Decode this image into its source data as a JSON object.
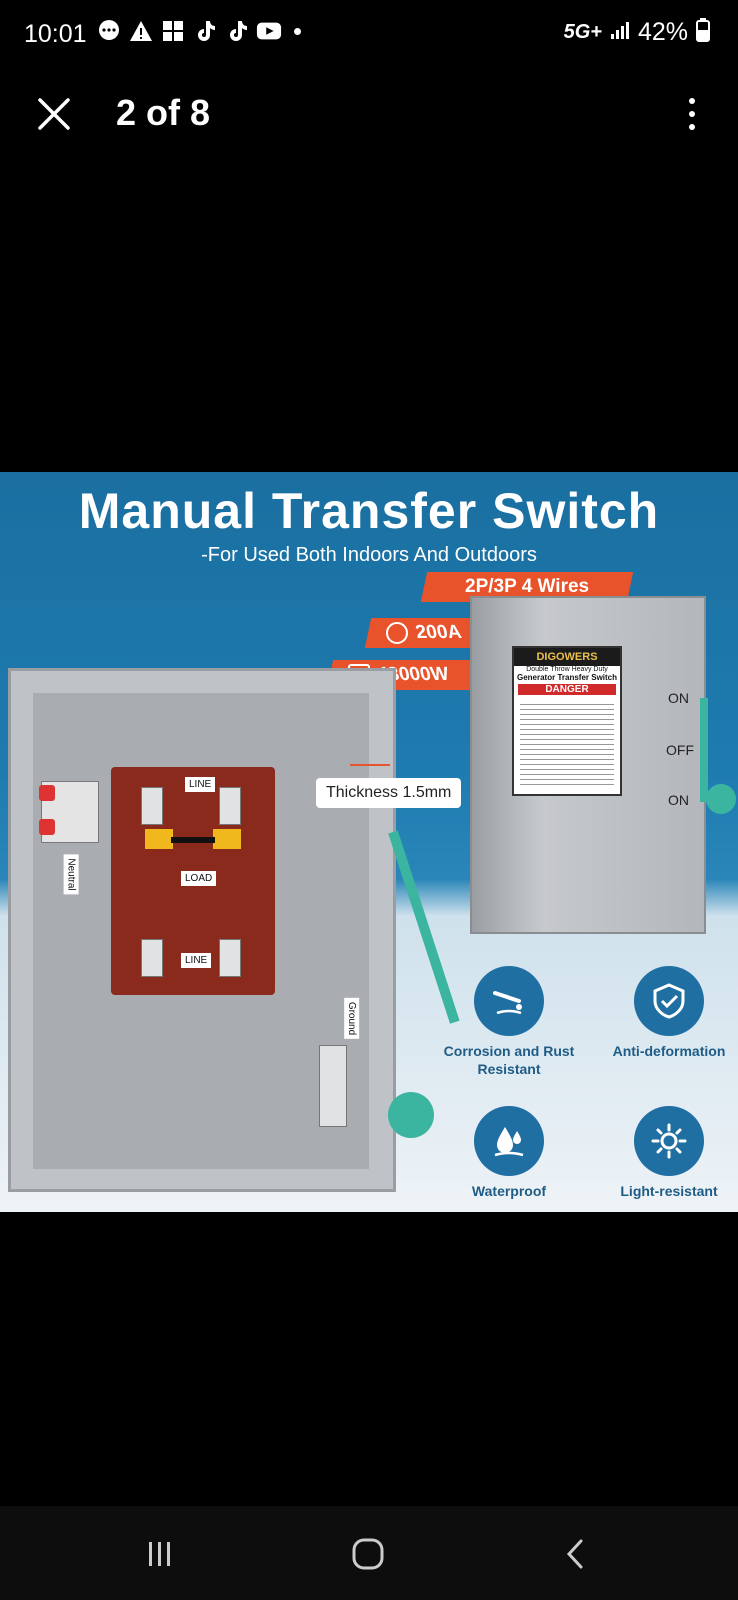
{
  "status_bar": {
    "time": "10:01",
    "notification_icons": [
      "chat-bubble-icon",
      "warning-icon",
      "calendar-grid-icon",
      "tiktok-icon",
      "tiktok-icon",
      "youtube-icon"
    ],
    "network": "5G+",
    "battery": "42%"
  },
  "viewer": {
    "counter": "2 of 8"
  },
  "product_image": {
    "title": "Manual Transfer Switch",
    "subtitle": "-For Used Both Indoors And Outdoors",
    "tags": [
      "2P/3P 4 Wires",
      "200A",
      "48000W"
    ],
    "thickness": "Thickness 1.5mm",
    "panel_labels": {
      "line_top": "LINE",
      "load": "LOAD",
      "line_bottom": "LINE",
      "neutral": "Neutral",
      "ground": "Ground"
    },
    "switch_label": {
      "brand": "DIGOWERS",
      "tagline": "Double Throw Heavy Duty",
      "name": "Generator Transfer Switch",
      "danger": "DANGER"
    },
    "positions": [
      "ON",
      "OFF",
      "ON"
    ],
    "features": [
      {
        "label": "Corrosion and Rust Resistant",
        "icon": "corrosion-icon"
      },
      {
        "label": "Anti-deformation",
        "icon": "shield-check-icon"
      },
      {
        "label": "Waterproof",
        "icon": "water-drop-icon"
      },
      {
        "label": "Light-resistant",
        "icon": "sun-icon"
      }
    ],
    "colors": {
      "banner_blue": "#1e7bb0",
      "tag_orange": "#e8532b",
      "feature_blue": "#1f6fa3"
    }
  },
  "nav_bar": {
    "buttons": [
      "recent-apps-icon",
      "home-icon",
      "back-icon"
    ]
  }
}
